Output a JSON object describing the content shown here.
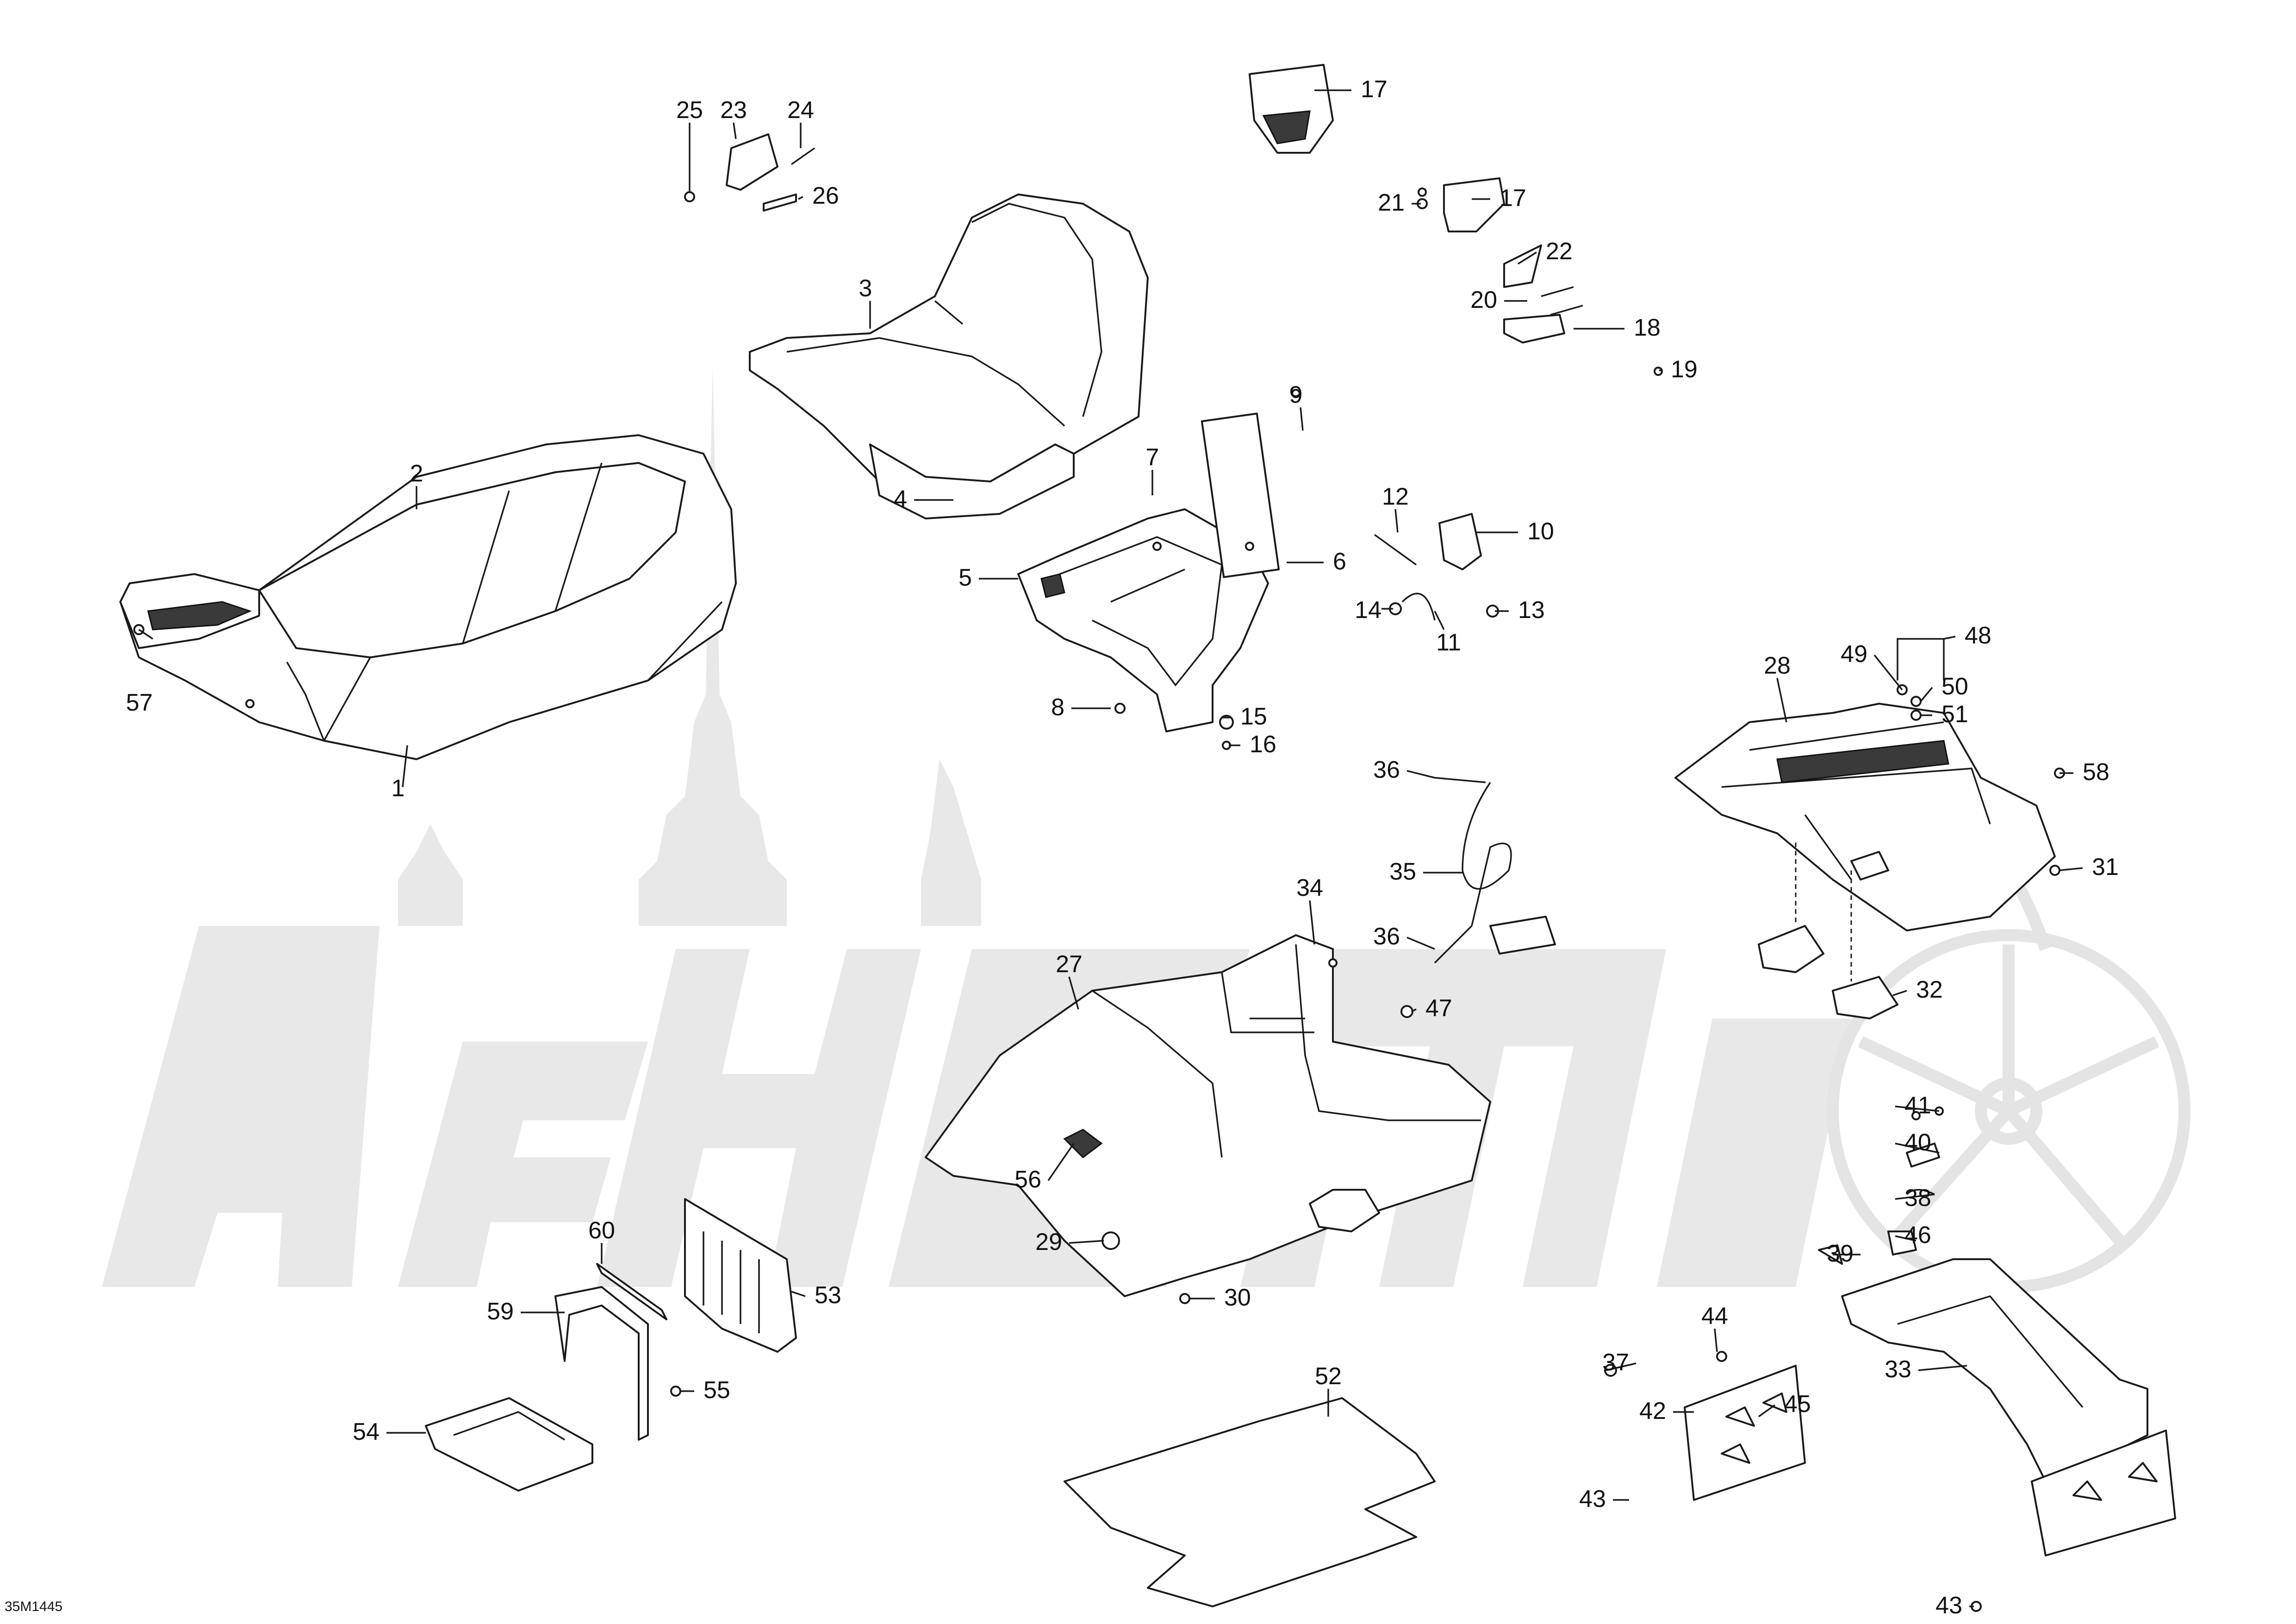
{
  "reference": "35M1445",
  "watermark": "АёНАС",
  "callouts": [
    {
      "n": "1"
    },
    {
      "n": "2"
    },
    {
      "n": "3"
    },
    {
      "n": "4"
    },
    {
      "n": "5"
    },
    {
      "n": "6"
    },
    {
      "n": "7"
    },
    {
      "n": "8"
    },
    {
      "n": "9"
    },
    {
      "n": "10"
    },
    {
      "n": "11"
    },
    {
      "n": "12"
    },
    {
      "n": "13"
    },
    {
      "n": "14"
    },
    {
      "n": "15"
    },
    {
      "n": "16"
    },
    {
      "n": "17"
    },
    {
      "n": "17"
    },
    {
      "n": "18"
    },
    {
      "n": "19"
    },
    {
      "n": "20"
    },
    {
      "n": "21"
    },
    {
      "n": "22"
    },
    {
      "n": "23"
    },
    {
      "n": "24"
    },
    {
      "n": "25"
    },
    {
      "n": "26"
    },
    {
      "n": "27"
    },
    {
      "n": "28"
    },
    {
      "n": "29"
    },
    {
      "n": "30"
    },
    {
      "n": "31"
    },
    {
      "n": "32"
    },
    {
      "n": "33"
    },
    {
      "n": "34"
    },
    {
      "n": "35"
    },
    {
      "n": "36"
    },
    {
      "n": "36"
    },
    {
      "n": "37"
    },
    {
      "n": "38"
    },
    {
      "n": "39"
    },
    {
      "n": "40"
    },
    {
      "n": "41"
    },
    {
      "n": "42"
    },
    {
      "n": "43"
    },
    {
      "n": "43"
    },
    {
      "n": "44"
    },
    {
      "n": "45"
    },
    {
      "n": "46"
    },
    {
      "n": "47"
    },
    {
      "n": "48"
    },
    {
      "n": "49"
    },
    {
      "n": "50"
    },
    {
      "n": "51"
    },
    {
      "n": "52"
    },
    {
      "n": "53"
    },
    {
      "n": "54"
    },
    {
      "n": "55"
    },
    {
      "n": "56"
    },
    {
      "n": "57"
    },
    {
      "n": "58"
    },
    {
      "n": "59"
    },
    {
      "n": "60"
    }
  ]
}
